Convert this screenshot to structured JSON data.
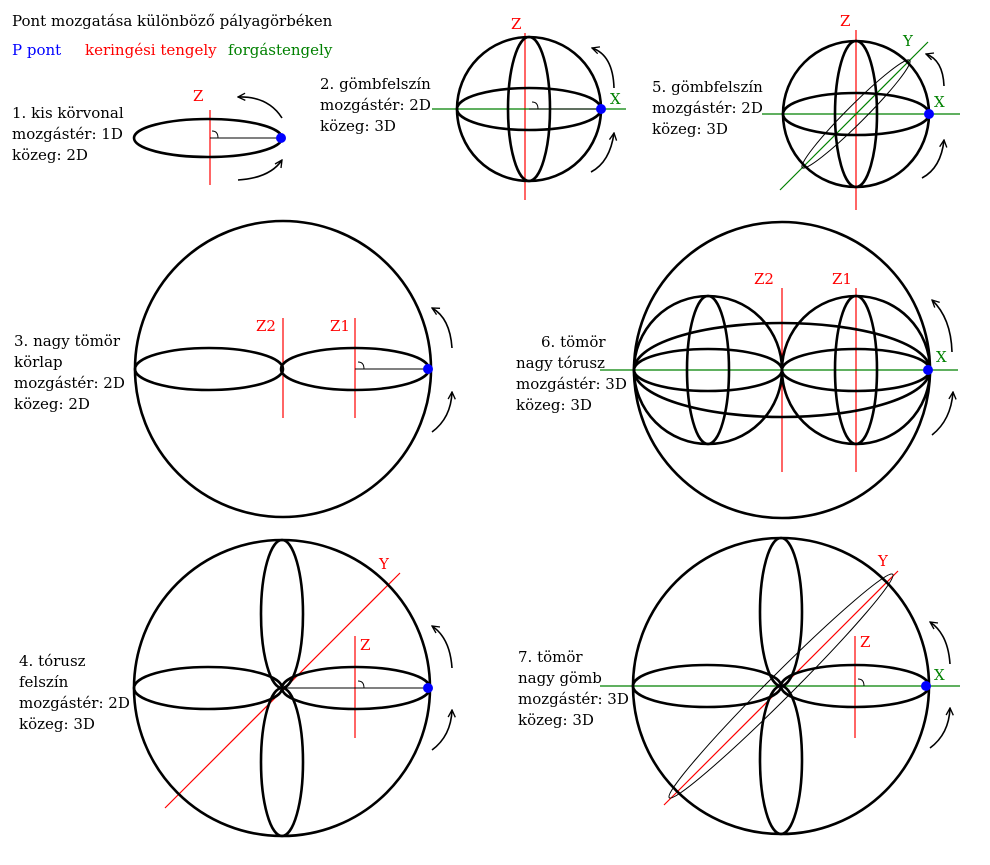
{
  "colors": {
    "point": "#0000ff",
    "orbit_axis": "#ff0000",
    "rotation_axis": "#008000",
    "ink": "#000000"
  },
  "header": {
    "title": "Pont mozgatása különböző pályagörbéken",
    "legend": {
      "point": "P pont",
      "orbit_axis": "keringési tengely",
      "rotation_axis": "forgástengely"
    }
  },
  "diagrams": [
    {
      "id": 1,
      "lines": [
        "1. kis körvonal",
        "mozgástér: 1D",
        "közeg: 2D"
      ],
      "axes": [
        "Z"
      ]
    },
    {
      "id": 2,
      "lines": [
        "2. gömbfelszín",
        "mozgástér: 2D",
        "közeg: 3D"
      ],
      "axes": [
        "Z",
        "X"
      ]
    },
    {
      "id": 5,
      "lines": [
        "5. gömbfelszín",
        "mozgástér: 2D",
        "közeg: 3D"
      ],
      "axes": [
        "Z",
        "X",
        "Y"
      ]
    },
    {
      "id": 3,
      "lines": [
        "3. nagy tömör",
        "körlap",
        "mozgástér: 2D",
        "közeg: 2D"
      ],
      "axes": [
        "Z2",
        "Z1"
      ]
    },
    {
      "id": 6,
      "lines": [
        "6. tömör",
        "nagy tórusz",
        "mozgástér: 3D",
        "közeg: 3D"
      ],
      "axes": [
        "Z2",
        "Z1",
        "X"
      ]
    },
    {
      "id": 4,
      "lines": [
        "4. tórusz",
        "felszín",
        "mozgástér: 2D",
        "közeg: 3D"
      ],
      "axes": [
        "Y",
        "Z"
      ]
    },
    {
      "id": 7,
      "lines": [
        "7. tömör",
        "nagy gömb",
        "mozgástér: 3D",
        "közeg: 3D"
      ],
      "axes": [
        "Y",
        "Z",
        "X"
      ]
    }
  ]
}
